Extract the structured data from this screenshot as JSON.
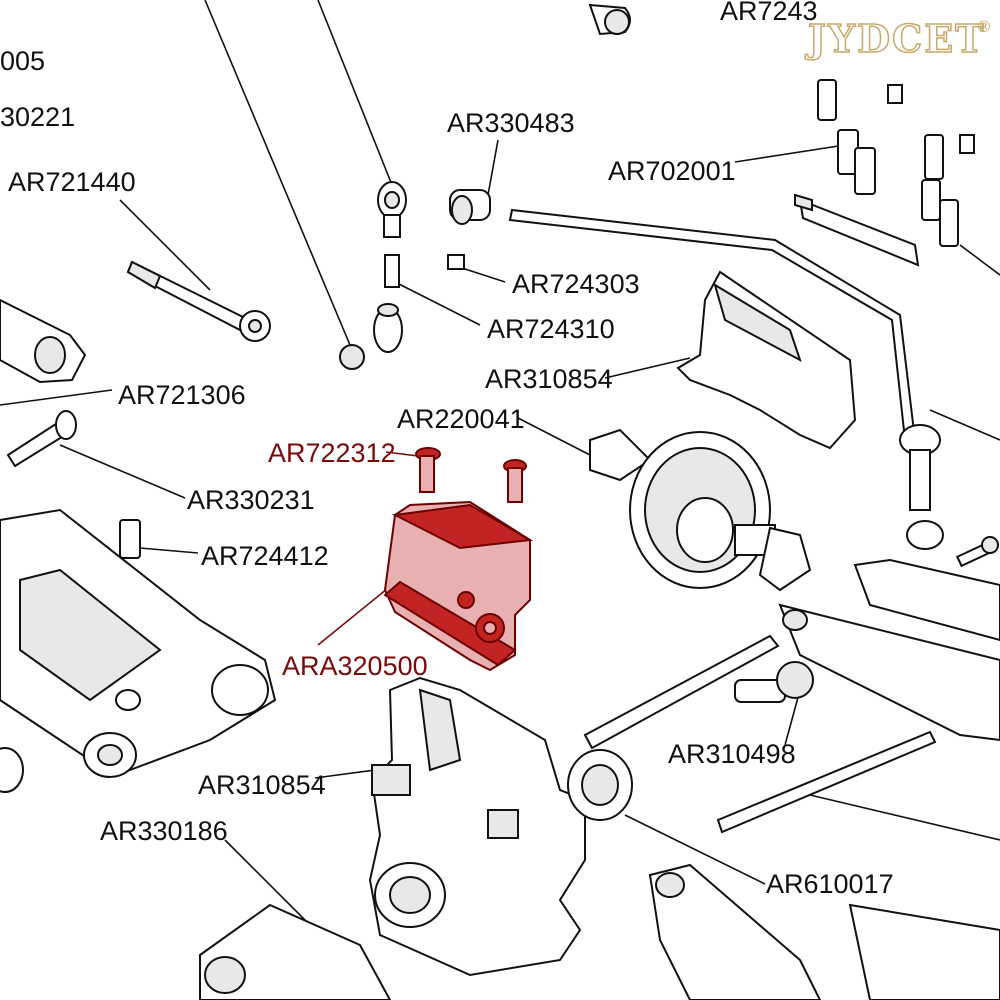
{
  "brand": {
    "logo_text": "JYDCET",
    "mark": "®",
    "color": "#c9a96a"
  },
  "highlight_color": "#7a0a0a",
  "labels": {
    "top_partial": "AR7243",
    "left_005": "005",
    "left_30221": "30221",
    "ar721440": "AR721440",
    "ar330483": "AR330483",
    "ar702001": "AR702001",
    "ar724303": "AR724303",
    "ar724310": "AR724310",
    "ar310854_top": "AR310854",
    "ar721306": "AR721306",
    "ar220041": "AR220041",
    "ar722312": "AR722312",
    "ar330231": "AR330231",
    "ar724412": "AR724412",
    "ara320500": "ARA320500",
    "ar310498": "AR310498",
    "ar310854_bottom": "AR310854",
    "ar330186": "AR330186",
    "ar610017": "AR610017"
  }
}
